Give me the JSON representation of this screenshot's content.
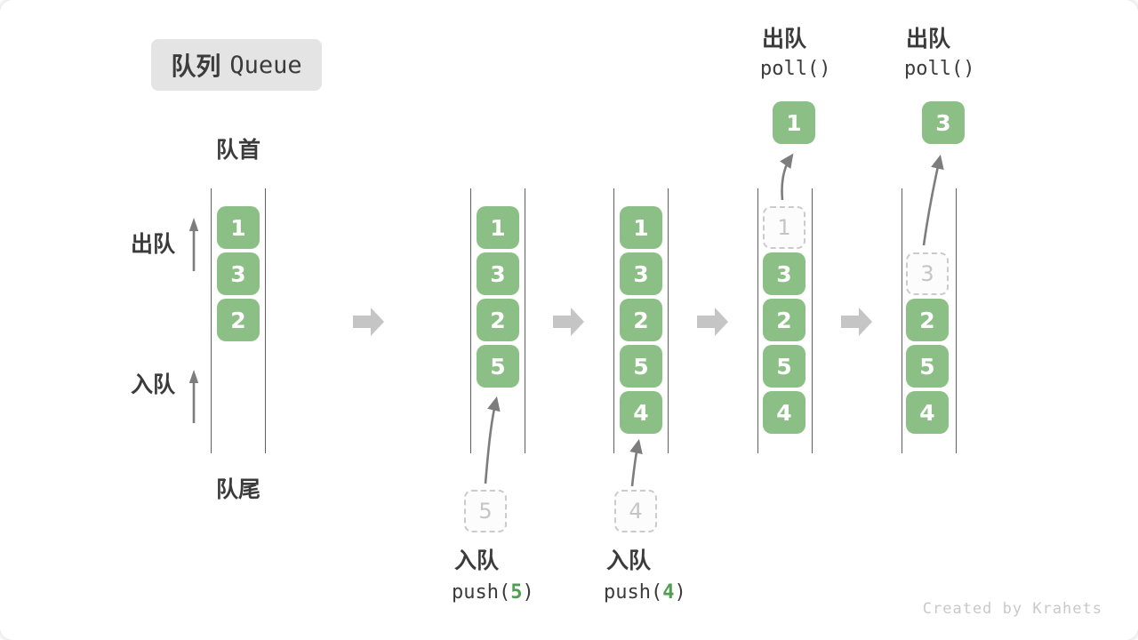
{
  "title": {
    "zh": "队列",
    "en": "Queue"
  },
  "side_labels": {
    "front": "队首",
    "rear": "队尾",
    "dequeue": "出队",
    "enqueue": "入队"
  },
  "watermark": "Created by Krahets",
  "colors": {
    "block_green": "#8cbf85",
    "code_arg_green": "#4f9e51",
    "flow_arrow_gray": "#c5c5c5",
    "thin_arrow_gray": "#7d7d7d",
    "channel_line": "#606060",
    "dashed_border": "#cbcbcb",
    "ghost_text": "#c5c5c5",
    "text_dark": "#3b3b3b",
    "badge_bg": "#e4e4e4"
  },
  "states": [
    {
      "cells": [
        "1",
        "3",
        "2"
      ]
    },
    {
      "cells": [
        "1",
        "3",
        "2",
        "5"
      ],
      "ghost": "5",
      "op": {
        "zh": "入队",
        "fn": "push(",
        "arg": "5",
        "close": ")"
      }
    },
    {
      "cells": [
        "1",
        "3",
        "2",
        "5",
        "4"
      ],
      "ghost": "4",
      "op": {
        "zh": "入队",
        "fn": "push(",
        "arg": "4",
        "close": ")"
      }
    },
    {
      "cells": [
        "3",
        "2",
        "5",
        "4"
      ],
      "ghost": "1",
      "popped": "1",
      "op": {
        "zh": "出队",
        "fn": "poll()",
        "arg": "",
        "close": ""
      }
    },
    {
      "cells": [
        "2",
        "5",
        "4"
      ],
      "ghost": "3",
      "popped": "3",
      "op": {
        "zh": "出队",
        "fn": "poll()",
        "arg": "",
        "close": ""
      }
    }
  ]
}
